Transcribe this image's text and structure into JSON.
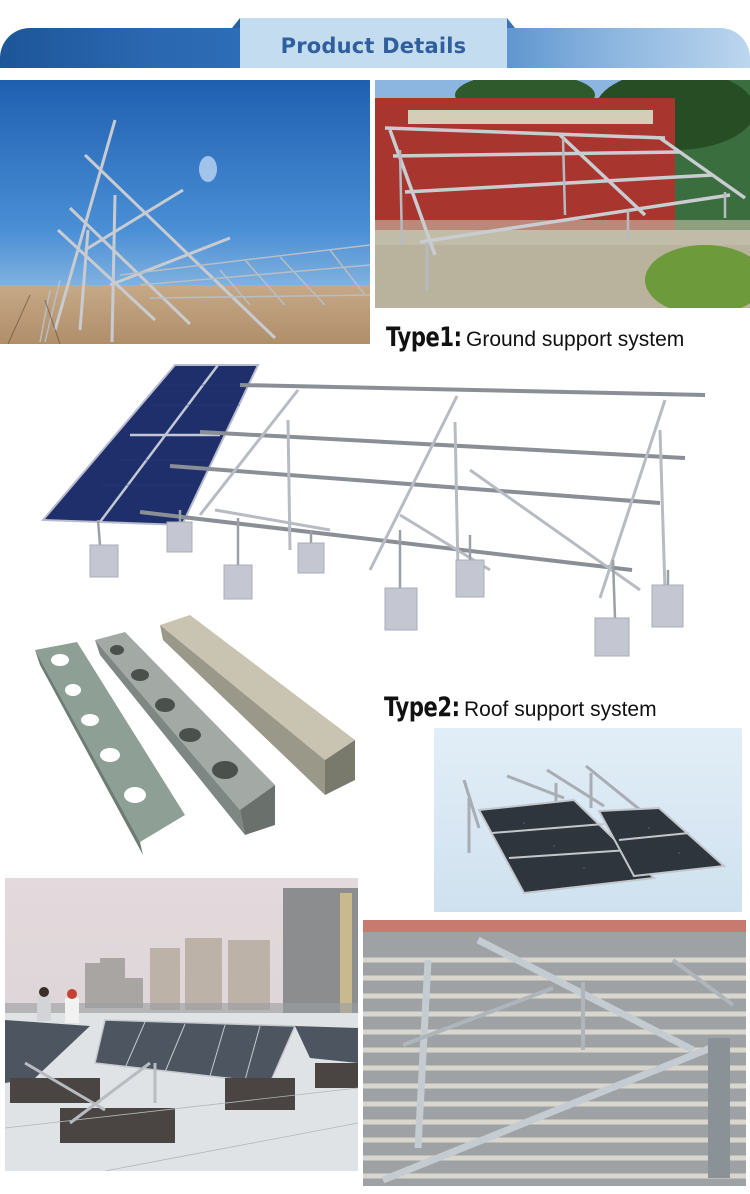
{
  "header": {
    "title": "Product Details",
    "colors": {
      "dark_blue": "#1d5598",
      "tab_bg": "#c4dcf0",
      "title_color": "#2f5f9f",
      "light_blue": "#bcd6ee"
    }
  },
  "sections": [
    {
      "type_label": "Type1:",
      "description": "Ground support system"
    },
    {
      "type_label": "Type2:",
      "description": "Roof support system"
    }
  ],
  "images": [
    {
      "name": "desert-ground-mount-frames",
      "alt": "Rows of galvanized steel ground mount frames in desert under blue sky"
    },
    {
      "name": "ground-mount-frame-by-red-wall",
      "alt": "Galvanized ground mount frame in front of red wall"
    },
    {
      "name": "ground-mount-3d-render",
      "alt": "3D render of ground mount structure with solar panels on concrete ballast blocks"
    },
    {
      "name": "c-channel-steel-profiles",
      "alt": "Three slotted galvanized C-channel steel profiles"
    },
    {
      "name": "roof-mount-3d-render",
      "alt": "3D render of tilted roof mount with solar panels"
    },
    {
      "name": "rooftop-solar-installation",
      "alt": "Rooftop solar panel installation with workers and city skyline"
    },
    {
      "name": "metal-roof-mount-rails",
      "alt": "Aluminium triangle mounting rails on corrugated metal roof"
    }
  ]
}
